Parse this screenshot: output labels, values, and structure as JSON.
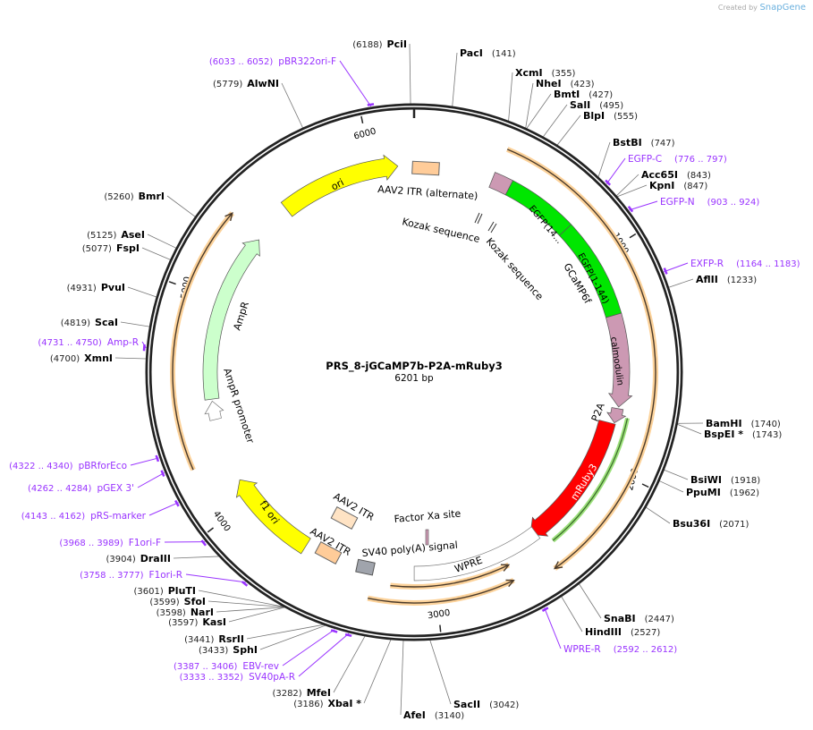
{
  "credit": {
    "prefix": "Created by",
    "brand": "SnapGene"
  },
  "plasmid": {
    "name": "PRS_8-jGCaMP7b-P2A-mRuby3",
    "length_label": "6201 bp",
    "length": 6201
  },
  "ruler_ticks": [
    "1000",
    "2000",
    "3000",
    "4000",
    "5000",
    "6000"
  ],
  "sites": [
    {
      "name": "PciI",
      "pos": 6188,
      "kind": "enzyme"
    },
    {
      "name": "PacI",
      "pos": 141,
      "kind": "enzyme"
    },
    {
      "name": "XcmI",
      "pos": 355,
      "kind": "enzyme"
    },
    {
      "name": "NheI",
      "pos": 423,
      "kind": "enzyme"
    },
    {
      "name": "BmtI",
      "pos": 427,
      "kind": "enzyme"
    },
    {
      "name": "SalI",
      "pos": 495,
      "kind": "enzyme"
    },
    {
      "name": "BlpI",
      "pos": 555,
      "kind": "enzyme"
    },
    {
      "name": "BstBI",
      "pos": 747,
      "kind": "enzyme"
    },
    {
      "name": "EGFP-C",
      "pos": 786,
      "range": "(776 .. 797)",
      "kind": "primer"
    },
    {
      "name": "Acc65I",
      "pos": 843,
      "kind": "enzyme"
    },
    {
      "name": "KpnI",
      "pos": 847,
      "kind": "enzyme"
    },
    {
      "name": "EGFP-N",
      "pos": 913,
      "range": "(903 .. 924)",
      "kind": "primer"
    },
    {
      "name": "EXFP-R",
      "pos": 1173,
      "range": "(1164 .. 1183)",
      "kind": "primer"
    },
    {
      "name": "AflII",
      "pos": 1233,
      "kind": "enzyme"
    },
    {
      "name": "BamHI",
      "pos": 1740,
      "kind": "enzyme"
    },
    {
      "name": "BspEI *",
      "pos": 1743,
      "kind": "enzyme"
    },
    {
      "name": "BsiWI",
      "pos": 1918,
      "kind": "enzyme"
    },
    {
      "name": "PpuMI",
      "pos": 1962,
      "kind": "enzyme"
    },
    {
      "name": "Bsu36I",
      "pos": 2071,
      "kind": "enzyme"
    },
    {
      "name": "SnaBI",
      "pos": 2447,
      "kind": "enzyme"
    },
    {
      "name": "HindIII",
      "pos": 2527,
      "kind": "enzyme"
    },
    {
      "name": "WPRE-R",
      "pos": 2602,
      "range": "(2592 .. 2612)",
      "kind": "primer"
    },
    {
      "name": "SacII",
      "pos": 3042,
      "kind": "enzyme"
    },
    {
      "name": "AfeI",
      "pos": 3140,
      "kind": "enzyme"
    },
    {
      "name": "pBR322ori-F",
      "pos": 6042,
      "range": "(6033 .. 6052)",
      "kind": "primer"
    },
    {
      "name": "AlwNI",
      "pos": 5779,
      "kind": "enzyme"
    },
    {
      "name": "BmrI",
      "pos": 5260,
      "kind": "enzyme"
    },
    {
      "name": "AseI",
      "pos": 5125,
      "kind": "enzyme"
    },
    {
      "name": "FspI",
      "pos": 5077,
      "kind": "enzyme"
    },
    {
      "name": "PvuI",
      "pos": 4931,
      "kind": "enzyme"
    },
    {
      "name": "ScaI",
      "pos": 4819,
      "kind": "enzyme"
    },
    {
      "name": "Amp-R",
      "pos": 4740,
      "range": "(4731 .. 4750)",
      "kind": "primer"
    },
    {
      "name": "XmnI",
      "pos": 4700,
      "kind": "enzyme"
    },
    {
      "name": "pBRforEco",
      "pos": 4331,
      "range": "(4322 .. 4340)",
      "kind": "primer"
    },
    {
      "name": "pGEX 3'",
      "pos": 4273,
      "range": "(4262 .. 4284)",
      "kind": "primer"
    },
    {
      "name": "pRS-marker",
      "pos": 4152,
      "range": "(4143 .. 4162)",
      "kind": "primer"
    },
    {
      "name": "F1ori-F",
      "pos": 3978,
      "range": "(3968 .. 3989)",
      "kind": "primer"
    },
    {
      "name": "DraIII",
      "pos": 3904,
      "kind": "enzyme"
    },
    {
      "name": "F1ori-R",
      "pos": 3767,
      "range": "(3758 .. 3777)",
      "kind": "primer"
    },
    {
      "name": "PluTI",
      "pos": 3601,
      "kind": "enzyme"
    },
    {
      "name": "SfoI",
      "pos": 3599,
      "kind": "enzyme"
    },
    {
      "name": "NarI",
      "pos": 3598,
      "kind": "enzyme"
    },
    {
      "name": "KasI",
      "pos": 3597,
      "kind": "enzyme"
    },
    {
      "name": "RsrII",
      "pos": 3441,
      "kind": "enzyme"
    },
    {
      "name": "SphI",
      "pos": 3433,
      "kind": "enzyme"
    },
    {
      "name": "EBV-rev",
      "pos": 3396,
      "range": "(3387 .. 3406)",
      "kind": "primer"
    },
    {
      "name": "SV40pA-R",
      "pos": 3342,
      "range": "(3333 .. 3352)",
      "kind": "primer"
    },
    {
      "name": "MfeI",
      "pos": 3282,
      "kind": "enzyme"
    },
    {
      "name": "XbaI *",
      "pos": 3186,
      "kind": "enzyme"
    }
  ],
  "features": [
    {
      "name": "ori",
      "start": 5545,
      "end": 6123,
      "color": "#ffff00",
      "direction": 1
    },
    {
      "name": "AmpR",
      "start": 4520,
      "end": 5348,
      "color": "#ccffcc",
      "direction": 1
    },
    {
      "name": "AmpR promoter",
      "start": 4420,
      "end": 4510,
      "color": "#ffffff",
      "direction": 1
    },
    {
      "name": "f1 ori",
      "start": 3650,
      "end": 4105,
      "color": "#ffff00",
      "direction": 1
    },
    {
      "name": "GCaMP6f",
      "start": 380,
      "end": 470,
      "color": "#cc99b3",
      "direction": 0
    },
    {
      "name": "EGFP(14...",
      "start": 470,
      "end": 806,
      "color": "#00e600",
      "direction": 0
    },
    {
      "name": "EGFP(1-144)",
      "start": 806,
      "end": 1277,
      "color": "#00e600",
      "direction": 0
    },
    {
      "name": "calmodulin",
      "start": 1277,
      "end": 1717,
      "color": "#cc99b3",
      "direction": 1
    },
    {
      "name": "P2A",
      "start": 1725,
      "end": 1795,
      "color": "#cc99b3",
      "direction": 1
    },
    {
      "name": "mRuby3",
      "start": 1800,
      "end": 2487,
      "color": "#ff0000",
      "direction": 1
    },
    {
      "name": "WPRE",
      "start": 2460,
      "end": 3100,
      "color": "#ffffff",
      "direction": 0
    },
    {
      "name": "AAV2 ITR (alternate)",
      "color": "#ffcc99"
    },
    {
      "name": "Kozak sequence",
      "color": "#000000"
    },
    {
      "name": "Kozak sequence",
      "color": "#000000"
    },
    {
      "name": "AAV2 ITR",
      "color": "#ffe3c4"
    },
    {
      "name": "AAV2 ITR",
      "color": "#ffcc99"
    },
    {
      "name": "SV40 poly(A) signal",
      "color": "#a0a4ac"
    },
    {
      "name": "Factor Xa site",
      "color": "#cc99b3"
    }
  ],
  "orfs": [
    {
      "start": 391,
      "end": 2487,
      "direction": 1
    },
    {
      "start": 4240,
      "end": 5360,
      "direction": 1
    },
    {
      "start": 2650,
      "end": 3210,
      "direction": -1
    },
    {
      "start": 2660,
      "end": 3300,
      "direction": -1
    }
  ],
  "colors": {
    "primer": "#9933ff",
    "orf_glow": "#fcd29a",
    "ring": "#222222",
    "mruby_line": "#9be07a"
  }
}
